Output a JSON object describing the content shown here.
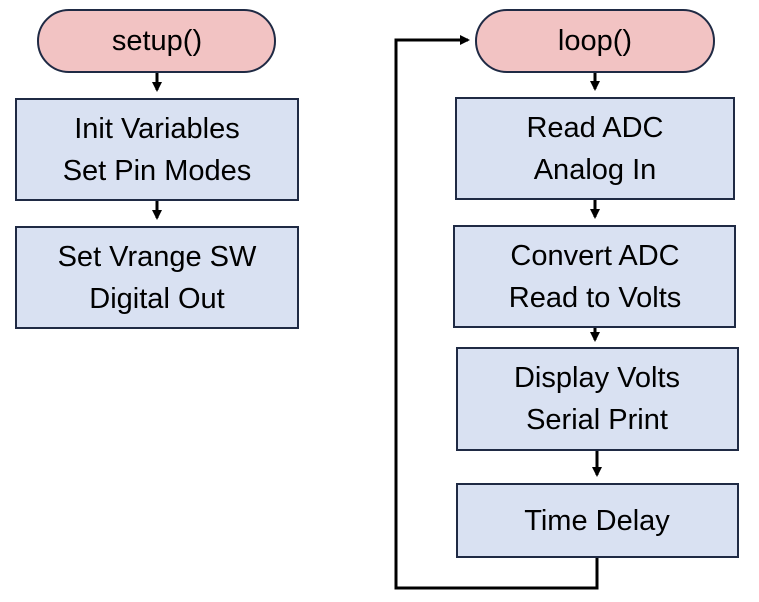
{
  "nodes": {
    "setup": {
      "lines": [
        "setup()"
      ]
    },
    "init": {
      "lines": [
        "Init Variables",
        "Set Pin Modes"
      ]
    },
    "vrange": {
      "lines": [
        "Set Vrange SW",
        "Digital Out"
      ]
    },
    "loop": {
      "lines": [
        "loop()"
      ]
    },
    "read_adc": {
      "lines": [
        "Read ADC",
        "Analog In"
      ]
    },
    "convert": {
      "lines": [
        "Convert ADC",
        "Read to Volts"
      ]
    },
    "display": {
      "lines": [
        "Display Volts",
        "Serial Print"
      ]
    },
    "delay": {
      "lines": [
        "Time Delay"
      ]
    }
  },
  "edges": [
    {
      "from": "setup",
      "to": "init"
    },
    {
      "from": "init",
      "to": "vrange"
    },
    {
      "from": "loop",
      "to": "read_adc"
    },
    {
      "from": "read_adc",
      "to": "convert"
    },
    {
      "from": "convert",
      "to": "display"
    },
    {
      "from": "display",
      "to": "delay"
    },
    {
      "from": "delay",
      "to": "loop"
    }
  ]
}
